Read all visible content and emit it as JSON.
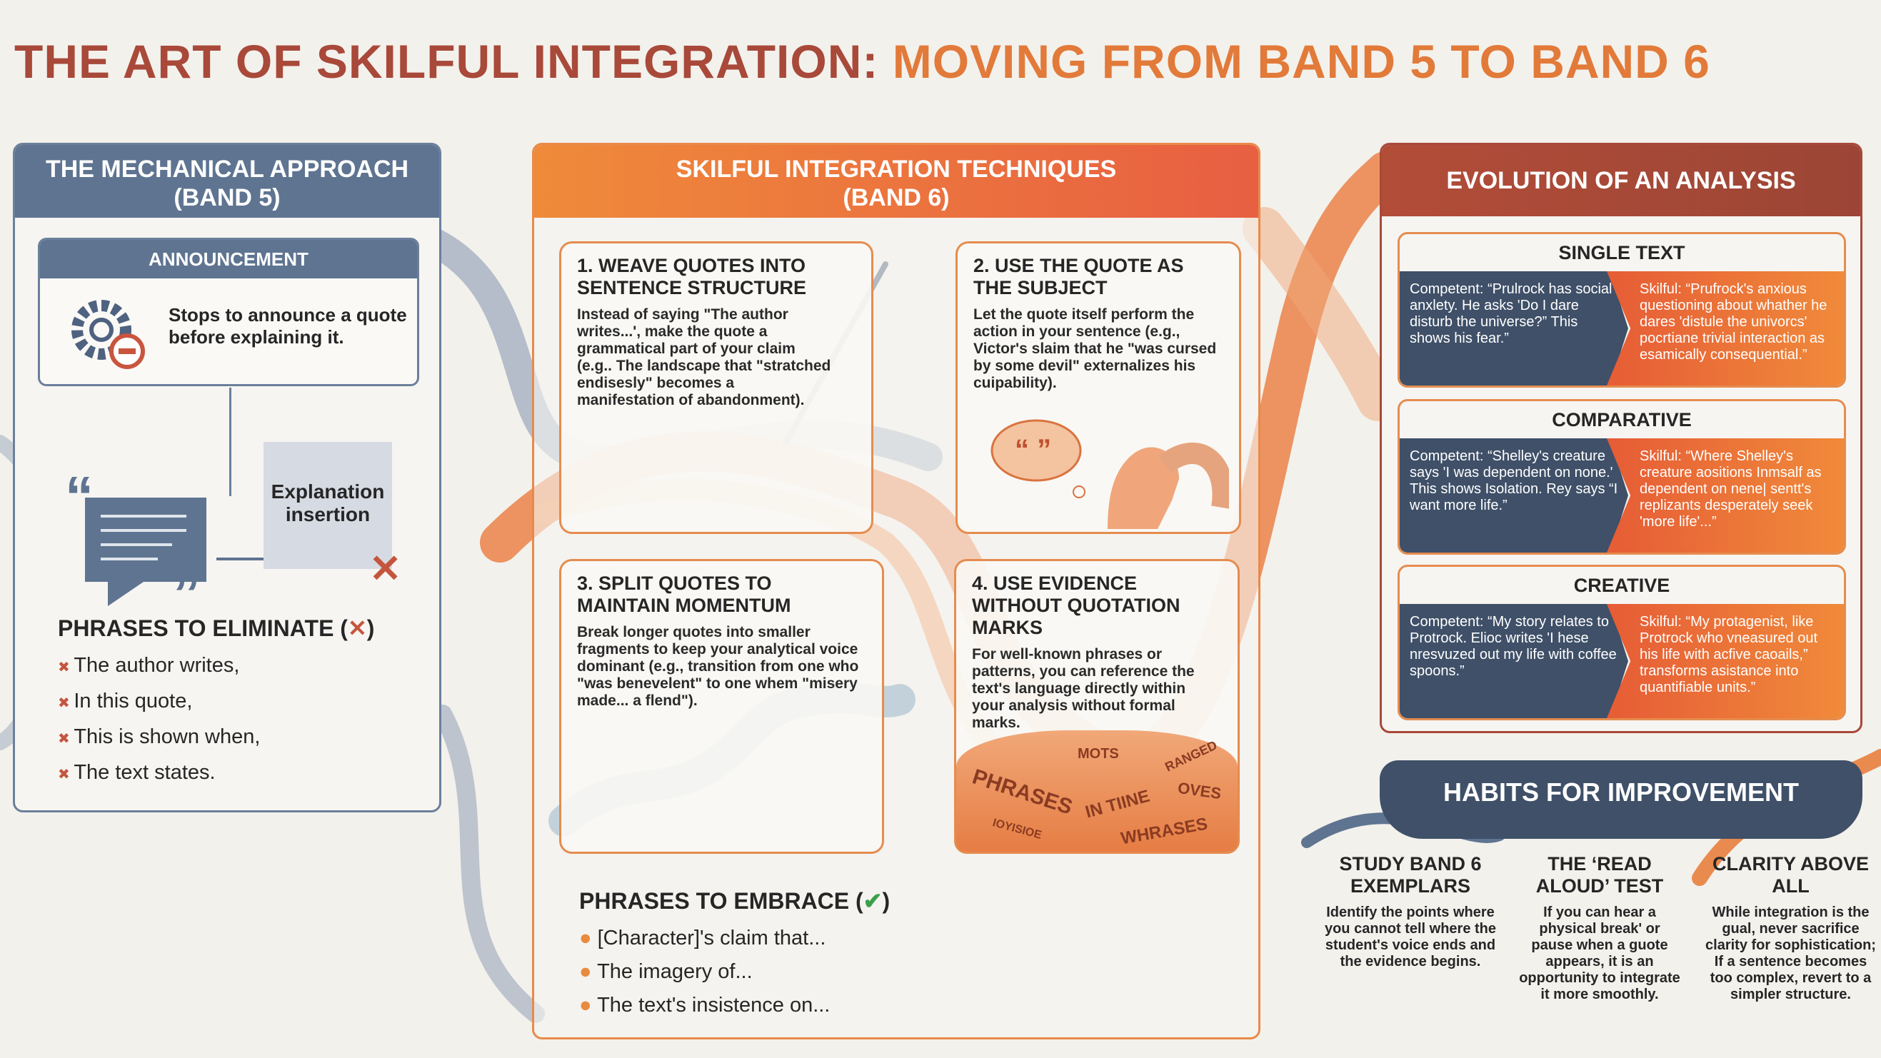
{
  "title": {
    "part1": "THE ART OF SKILFUL INTEGRATION:",
    "part2": "MOVING FROM BAND 5 TO BAND 6"
  },
  "colors": {
    "navy": "#3f5068",
    "slate": "#5e7491",
    "orange": "#ef8a3a",
    "red_orange": "#e85f42",
    "brick": "#a8493a",
    "background": "#f3f1ec"
  },
  "left": {
    "title": "THE MECHANICAL APPROACH",
    "subtitle": "(BAND 5)",
    "announcement": {
      "label": "ANNOUNCEMENT",
      "text": "Stops to announce a quote before explaining it.",
      "icon": "gear-with-minus-icon"
    },
    "explanation_box": "Explanation insertion",
    "phrases_heading": "PHRASES TO ELIMINATE (",
    "phrases_heading_end": ")",
    "phrases": [
      "The author writes,",
      "In this quote,",
      "This is shown when,",
      "The text states."
    ]
  },
  "center": {
    "title": "SKILFUL INTEGRATION TECHNIQUES",
    "subtitle": "(BAND 6)",
    "techniques": [
      {
        "title": "1. WEAVE QUOTES INTO SENTENCE STRUCTURE",
        "text": "Instead of saying \"The author writes...', make the quote a grammatical part of your claim (e.g.. The landscape that \"stratched endisesly\" becomes a manifestation of abandonment)."
      },
      {
        "title": "2. USE THE QUOTE AS THE SUBJECT",
        "text": "Let the quote itself perform the action in your sentence (e.g., Victor's slaim that he \"was cursed by some devil\" externalizes his cuipability)."
      },
      {
        "title": "3. SPLIT QUOTES TO MAINTAIN MOMENTUM",
        "text": "Break longer quotes into smaller fragments to keep your analytical voice dominant (e.g., transition from one who \"was benevelent\" to one whem \"misery made... a flend\")."
      },
      {
        "title": "4. USE EVIDENCE WITHOUT QUOTATION MARKS",
        "text": "For well-known phrases or patterns, you can reference the text's language directly within your analysis without formal marks."
      }
    ],
    "ribbon_words": [
      "MOTS",
      "RANGED",
      "PHRASES",
      "IN TIINE",
      "OVES",
      "IOYISIOE",
      "WHRASES"
    ],
    "embrace_heading": "PHRASES TO EMBRACE (",
    "embrace_heading_end": ")",
    "embrace": [
      "[Character]'s claim that...",
      "The imagery of...",
      "The text's insistence on..."
    ]
  },
  "right": {
    "title": "EVOLUTION OF AN ANALYSIS",
    "cards": [
      {
        "label": "SINGLE TEXT",
        "competent": "Competent: “Prulrock has social anxlety. He asks 'Do I dare disturb the universe?” This shows his fear.”",
        "skilful": "Skilful: “Prufrock's anxious questioning about whather he dares 'distule the univorcs' pocrtiane trivial interaction as esamically consequential.”"
      },
      {
        "label": "COMPARATIVE",
        "competent": "Competent: “Shelley's creature says 'I was dependent on none.' This shows Isolation. Rey says “I want more life.”",
        "skilful": "Skilful: “Where Shelley's creature aositions Inmsalf as dependent on nene| sentt's replizants desperately seek 'more life'...”"
      },
      {
        "label": "CREATIVE",
        "competent": "Competent: “My story relates to Protrock. Elioc writes 'I hese nresvuzed out my life with coffee spoons.”",
        "skilful": "Skilful: “My protagenist, like Protrock who vneasured out his life with acfive caoails,” transforms asistance into quantifiable units.”"
      }
    ]
  },
  "habits": {
    "title": "HABITS FOR IMPROVEMENT",
    "items": [
      {
        "title": "STUDY BAND 6 EXEMPLARS",
        "text": "Identify the points where you cannot tell where the student's voice ends and the evidence begins."
      },
      {
        "title": "THE ‘READ ALOUD’ TEST",
        "text": "If you can hear a physical  break' or pause when a guote appears, it is an opportunity to integrate it more smoothly."
      },
      {
        "title": "CLARITY ABOVE ALL",
        "text": "While integration is the gual, never sacrifice clarity for sophistication; If a sentence becomes too complex, revert to a simpler structure."
      }
    ]
  }
}
